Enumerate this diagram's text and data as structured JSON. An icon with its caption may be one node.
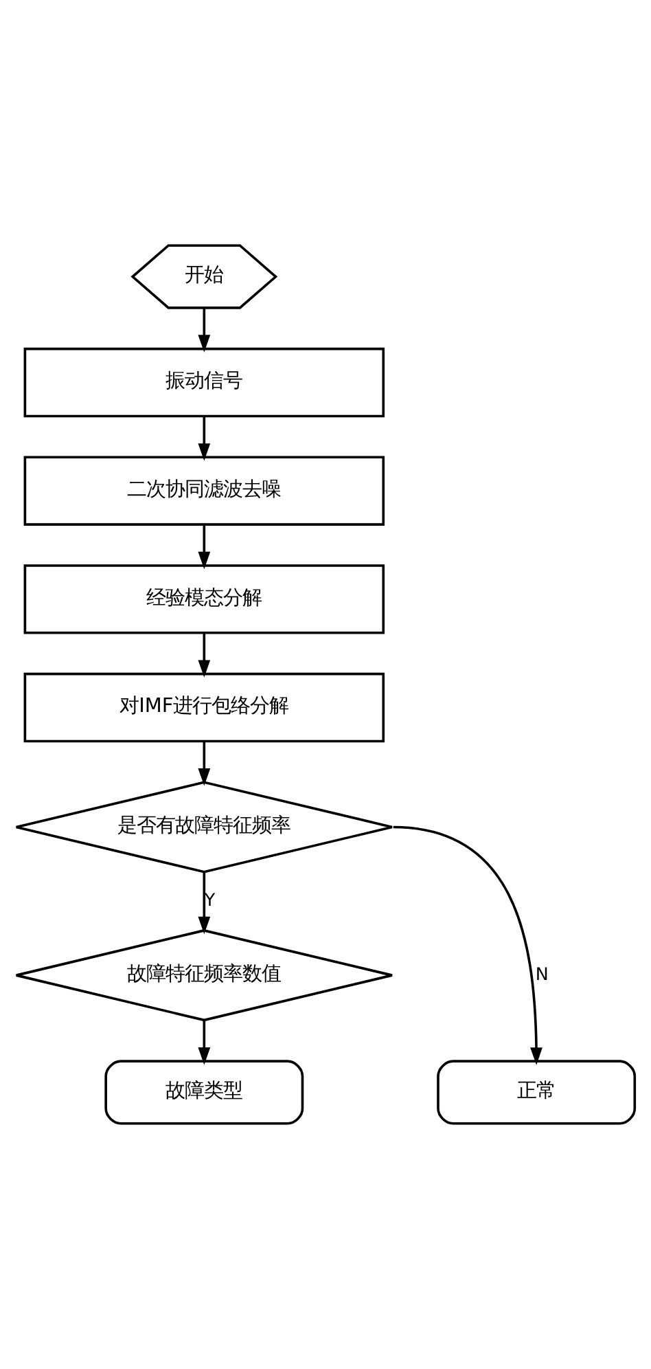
{
  "diagram": {
    "nodes": [
      {
        "text": [
          "开始"
        ]
      },
      {
        "text": [
          "振动信号"
        ]
      },
      {
        "text": [
          "二次协同滤波去噪"
        ]
      },
      {
        "text": [
          "经验模态分解"
        ]
      },
      {
        "text": [
          "对IMF进行包络分解"
        ]
      },
      {
        "text": [
          "是否有故障特征频率"
        ]
      },
      {
        "text": [
          "故障特征频率数值"
        ]
      },
      {
        "text": [
          "故障类型"
        ]
      },
      {
        "text": [
          "正常"
        ]
      }
    ],
    "edges": [
      {
        "from": 0,
        "to": 1,
        "arrow": "to"
      },
      {
        "from": 1,
        "to": 2,
        "arrow": "to"
      },
      {
        "from": 2,
        "to": 3,
        "arrow": "to"
      },
      {
        "from": 3,
        "to": 4,
        "arrow": "to"
      },
      {
        "from": 4,
        "to": 5,
        "arrow": "to"
      },
      {
        "from": 5,
        "to": 6,
        "arrow": "to",
        "label": "Y"
      },
      {
        "from": 6,
        "to": 7,
        "arrow": "to"
      },
      {
        "from": 5,
        "to": 8,
        "arrow": "to",
        "label": "N"
      }
    ]
  }
}
